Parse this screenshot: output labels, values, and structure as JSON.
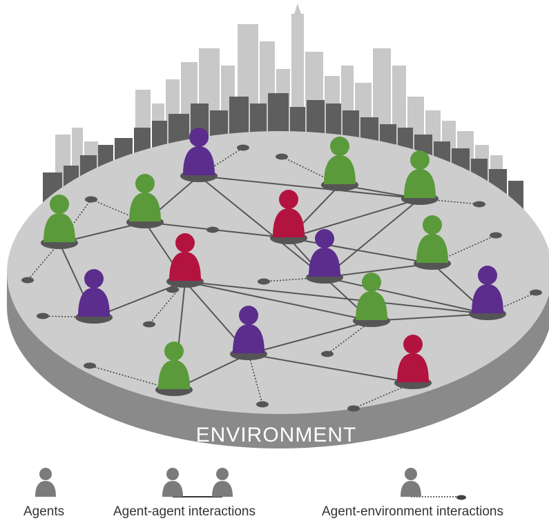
{
  "environment_label": "ENVIRONMENT",
  "legend": {
    "agents": "Agents",
    "agent_agent": "Agent-agent interactions",
    "agent_environment": "Agent-environment interactions"
  },
  "colors": {
    "green": "#5a9a3a",
    "purple": "#5b2d8c",
    "red": "#b3143f",
    "grey_agent": "#7b7b7b",
    "disk_top": "#cdcdcd",
    "disk_side": "#8a8a8a",
    "link": "#555555",
    "city_light": "#c8c8c8",
    "city_dark": "#5e5e5e"
  },
  "agents": [
    {
      "id": "a1",
      "color": "purple"
    },
    {
      "id": "a2",
      "color": "green"
    },
    {
      "id": "a3",
      "color": "red"
    },
    {
      "id": "a4",
      "color": "green"
    },
    {
      "id": "a5",
      "color": "green"
    },
    {
      "id": "a6",
      "color": "green"
    },
    {
      "id": "a7",
      "color": "red"
    },
    {
      "id": "a8",
      "color": "purple"
    },
    {
      "id": "a9",
      "color": "green"
    },
    {
      "id": "a10",
      "color": "purple"
    },
    {
      "id": "a11",
      "color": "green"
    },
    {
      "id": "a12",
      "color": "purple"
    },
    {
      "id": "a13",
      "color": "purple"
    },
    {
      "id": "a14",
      "color": "green"
    },
    {
      "id": "a15",
      "color": "red"
    }
  ],
  "agent_links": [
    [
      "a1",
      "a4"
    ],
    [
      "a1",
      "a6"
    ],
    [
      "a1",
      "a8"
    ],
    [
      "a4",
      "a7"
    ],
    [
      "a4",
      "a2"
    ],
    [
      "a4",
      "a3"
    ],
    [
      "a2",
      "a10"
    ],
    [
      "a10",
      "a7"
    ],
    [
      "a7",
      "a12"
    ],
    [
      "a7",
      "a11"
    ],
    [
      "a7",
      "a13"
    ],
    [
      "a7",
      "a14"
    ],
    [
      "a6",
      "a5"
    ],
    [
      "a6",
      "a8"
    ],
    [
      "a6",
      "a3"
    ],
    [
      "a8",
      "a3"
    ],
    [
      "a3",
      "a9"
    ],
    [
      "a8",
      "a11"
    ],
    [
      "a8",
      "a12"
    ],
    [
      "a8",
      "a9"
    ],
    [
      "a9",
      "a12"
    ],
    [
      "a12",
      "a11"
    ],
    [
      "a11",
      "a13"
    ],
    [
      "a14",
      "a13"
    ],
    [
      "a13",
      "a15"
    ],
    [
      "a3",
      "a5"
    ]
  ]
}
